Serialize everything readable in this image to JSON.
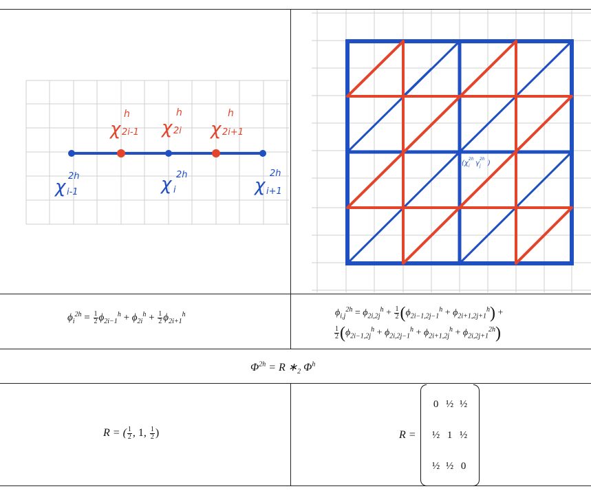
{
  "colors": {
    "blue": "#1f4fc1",
    "red": "#e2452c",
    "grid": "#cfcfcf",
    "rule": "#222222"
  },
  "left_figure": {
    "points_top": [
      {
        "label": "χ",
        "sub": "2i-1",
        "sup": "h"
      },
      {
        "label": "χ",
        "sub": "2i",
        "sup": "h"
      },
      {
        "label": "χ",
        "sub": "2i+1",
        "sup": "h"
      }
    ],
    "points_bottom": [
      {
        "label": "χ",
        "sub": "i-1",
        "sup": "2h"
      },
      {
        "label": "χ",
        "sub": "i",
        "sup": "2h"
      },
      {
        "label": "χ",
        "sub": "i+1",
        "sup": "2h"
      }
    ]
  },
  "right_figure": {
    "center_label": "(χ",
    "center_sub_i": "i",
    "center_sup": "2h",
    "center_y": "γ",
    "center_sub_j": "j",
    "center_close": ")"
  },
  "formula_1d": {
    "lhs": "ϕ",
    "lhs_sub": "i",
    "lhs_sup": "2h",
    "eq": "=",
    "t1": "ϕ",
    "t1_sub": "2i−1",
    "t1_sup": "h",
    "plus": "+",
    "t2": "ϕ",
    "t2_sub": "2i",
    "t2_sup": "h",
    "t3": "ϕ",
    "t3_sub": "2i+1",
    "t3_sup": "h",
    "half_n": "1",
    "half_d": "2"
  },
  "formula_2d": {
    "lhs": "ϕ",
    "lhs_sub": "i,j",
    "lhs_sup": "2h",
    "a": "ϕ",
    "a_sub": "2i,2j",
    "a_sup": "h",
    "b": "ϕ",
    "b_sub": "2i−1,2j−1",
    "b_sup": "h",
    "c": "ϕ",
    "c_sub": "2i+1,2j+1",
    "c_sup": "h",
    "d": "ϕ",
    "d_sub": "2i−1,2j",
    "d_sup": "h",
    "e": "ϕ",
    "e_sub": "2i,2j−1",
    "e_sup": "h",
    "f": "ϕ",
    "f_sub": "2i+1,2j",
    "f_sup": "h",
    "g": "ϕ",
    "g_sub": "2i,2j+1",
    "g_sup": "2h"
  },
  "operator_eq": {
    "lhs": "Φ",
    "lhs_sup": "2h",
    "mid": "= R ∗",
    "mid_sub": "2",
    "rhs": "Φ",
    "rhs_sup": "h"
  },
  "r_1d": {
    "text_a": "R = (",
    "text_b": ", 1, ",
    "text_c": ")"
  },
  "r_2d": {
    "lhs": "R =",
    "matrix": [
      "0",
      "½",
      "½",
      "½",
      "1",
      "½",
      "½",
      "½",
      "0"
    ]
  }
}
